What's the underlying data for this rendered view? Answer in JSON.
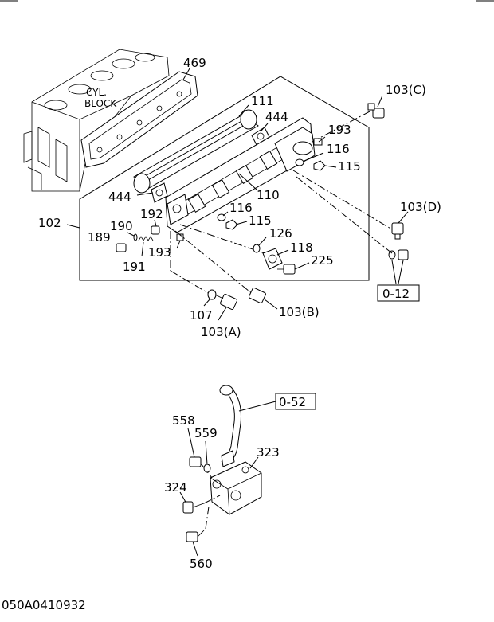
{
  "labels": {
    "cyl_block_line1": "CYL.",
    "cyl_block_line2": "BLOCK",
    "p469": "469",
    "p111": "111",
    "p444_top": "444",
    "p103c": "103(C)",
    "p193_top": "193",
    "p116_top": "116",
    "p115_top": "115",
    "p103d": "103(D)",
    "p444_left": "444",
    "p110": "110",
    "p116_mid": "116",
    "p115_mid": "115",
    "p102": "102",
    "p192": "192",
    "p190": "190",
    "p189": "189",
    "p191": "191",
    "p193_bot": "193",
    "p126": "126",
    "p118": "118",
    "p225": "225",
    "p012": "0-12",
    "p107": "107",
    "p103b": "103(B)",
    "p103a": "103(A)",
    "p052": "0-52",
    "p558": "558",
    "p559": "559",
    "p323": "323",
    "p324": "324",
    "p560": "560",
    "drawing_code": "050A0410932"
  }
}
